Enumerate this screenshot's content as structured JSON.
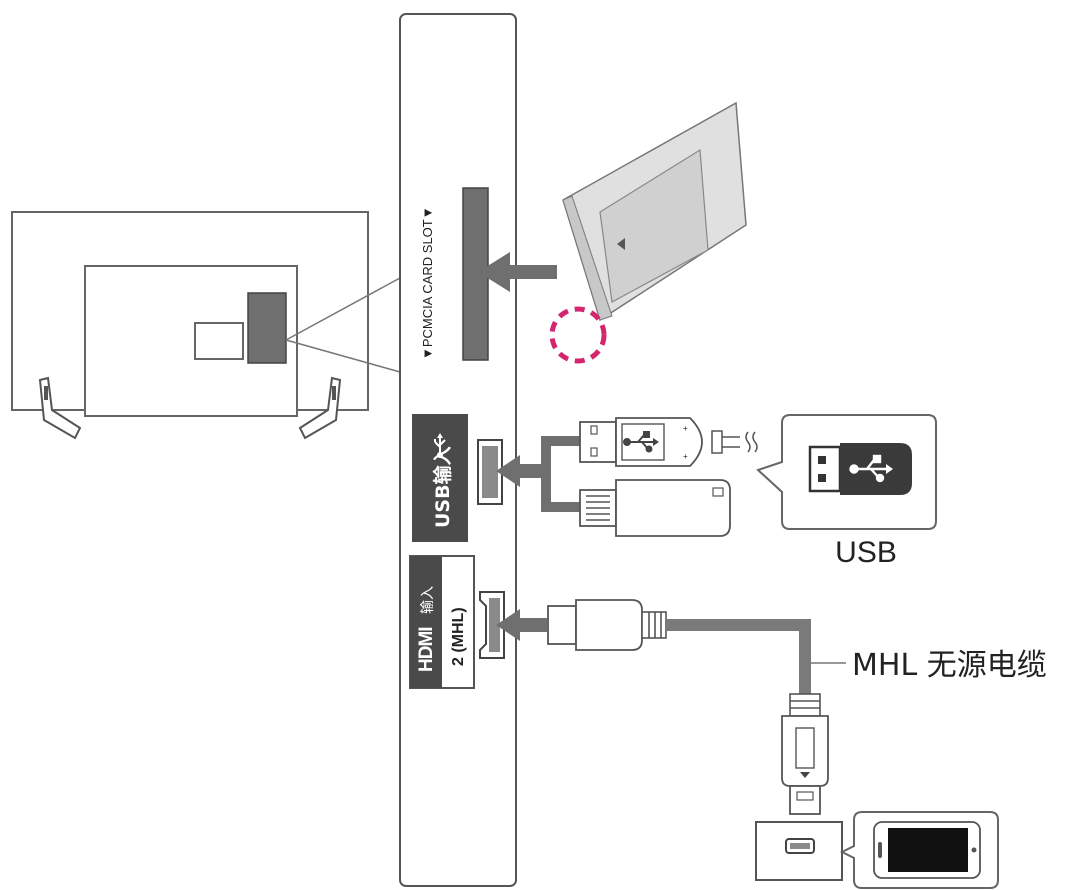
{
  "labels": {
    "pcmcia_slot": "▼PCMCIA CARD SLOT▼",
    "usb_port": "USB输入",
    "hdmi_logo": "HDMI",
    "hdmi_input": "输入",
    "hdmi_port_number": "2 (MHL)",
    "usb_device": "USB",
    "mhl_cable": "MHL 无源电缆"
  },
  "colors": {
    "outline": "#555555",
    "dark_fill": "#6f6f6f",
    "label_bg": "#4a4a4a",
    "cable": "#7a7a7a",
    "highlight": "#d4266f",
    "card_fill": "#dedede"
  },
  "icons": [
    "usb-symbol-icon",
    "arrow-left-icon",
    "tv-outline-icon",
    "smartphone-icon"
  ]
}
